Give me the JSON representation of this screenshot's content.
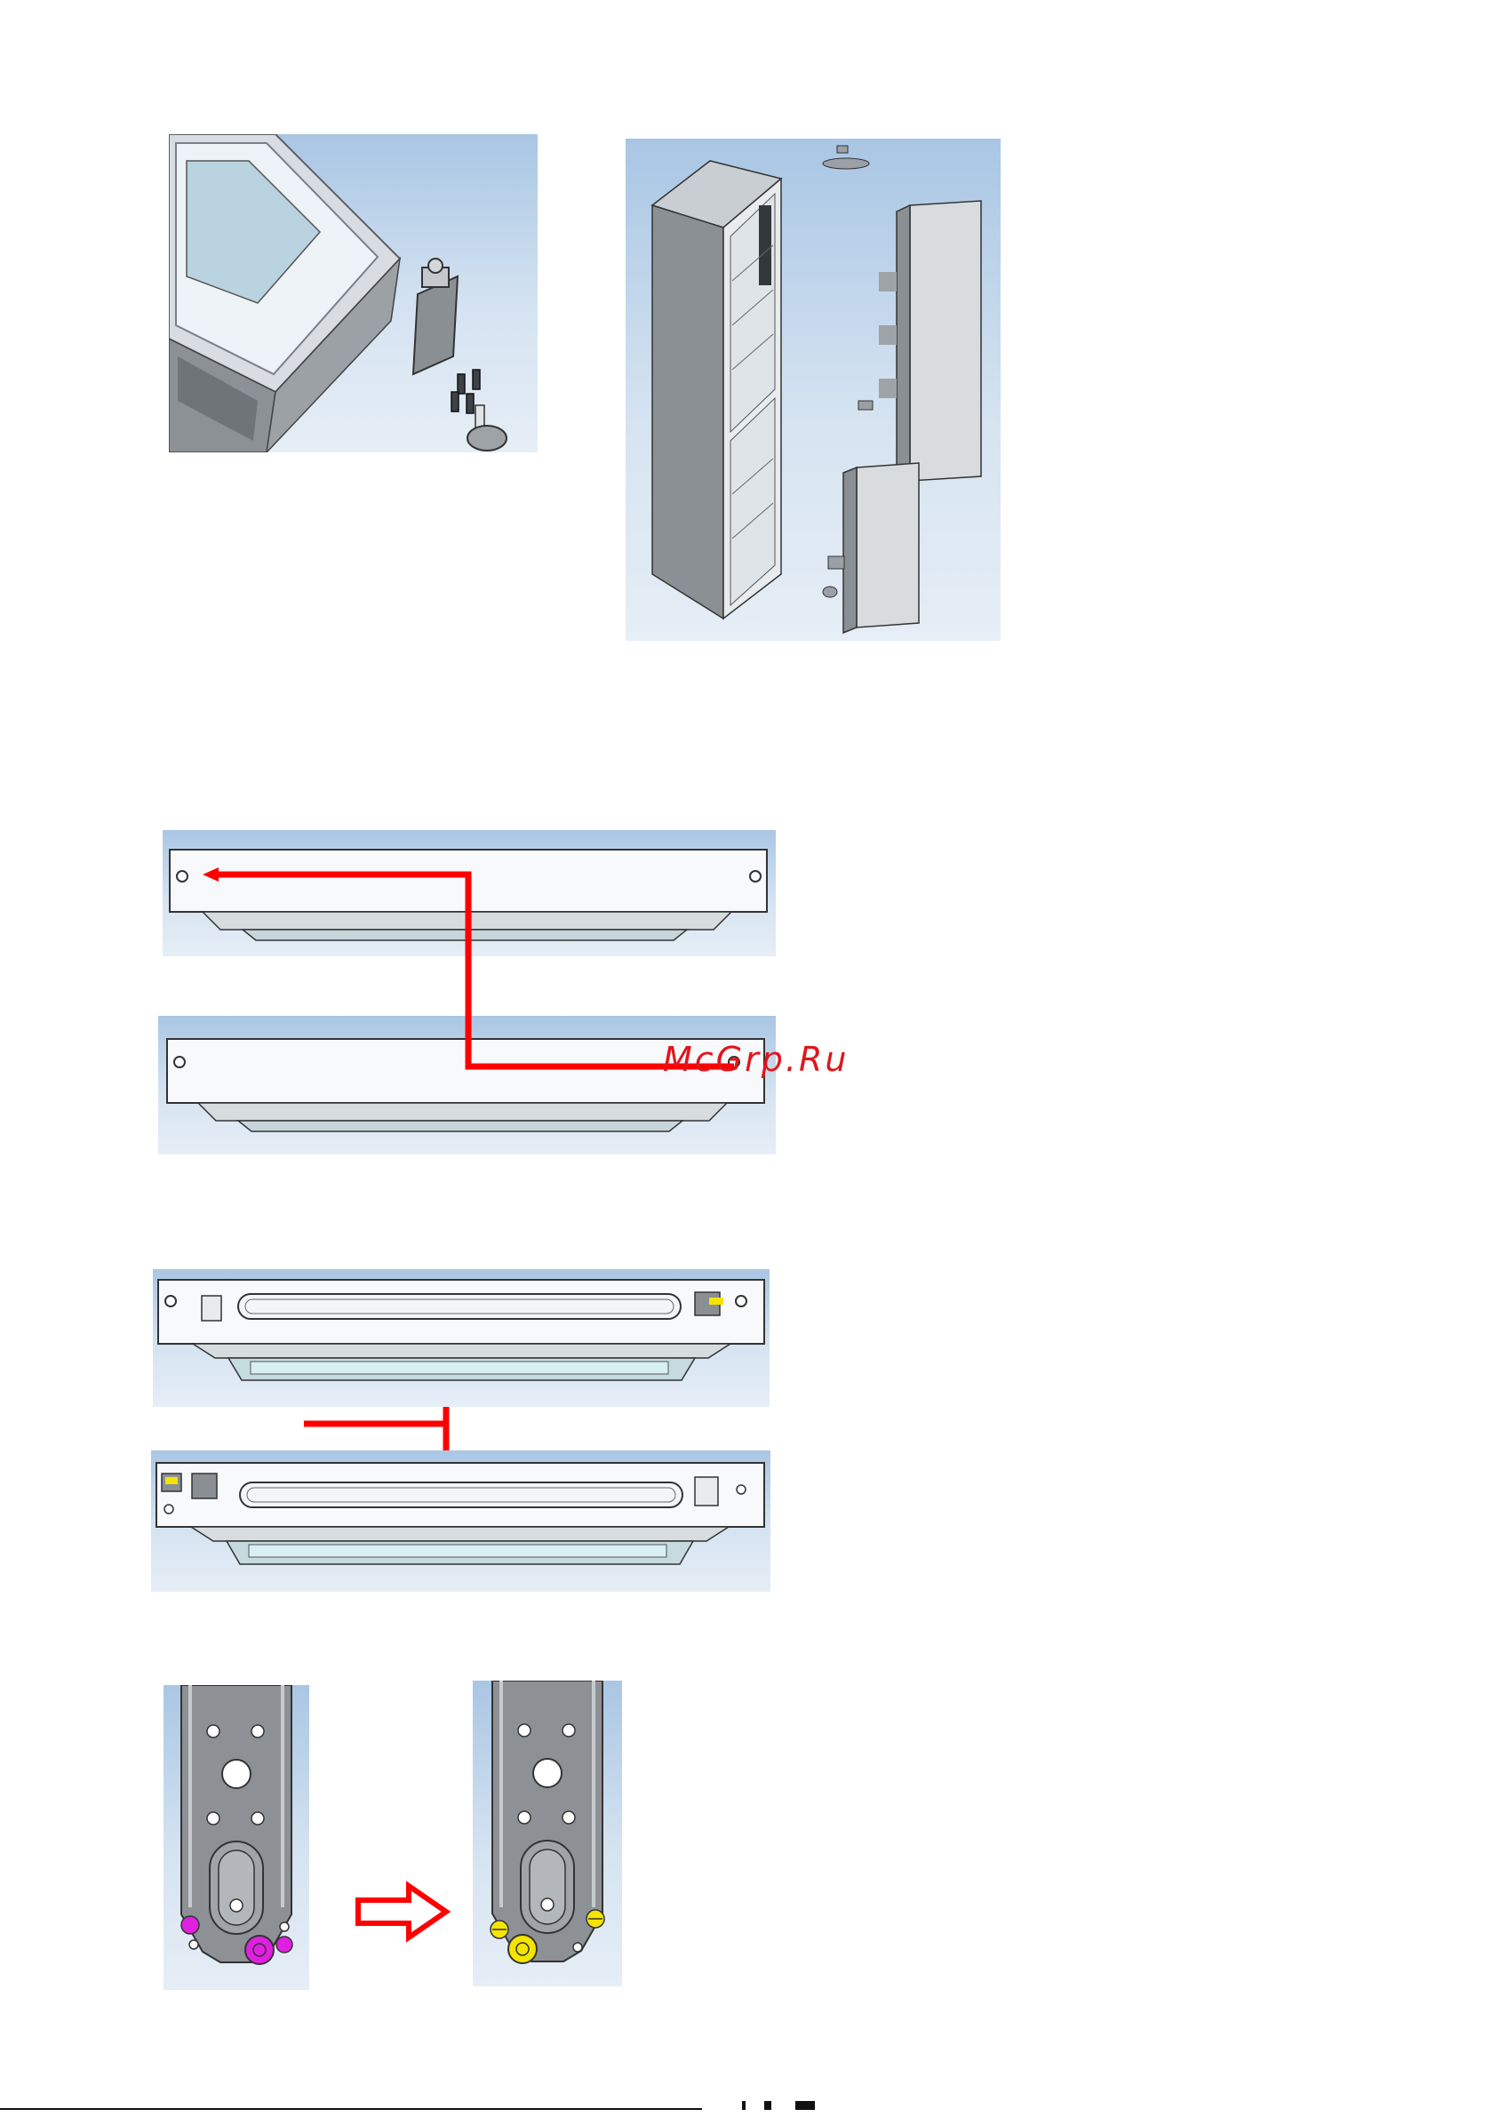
{
  "watermark": {
    "text": "McGrp.Ru"
  },
  "figures": [
    {
      "name": "hinge-removal-closeup",
      "label": ""
    },
    {
      "name": "fridge-exploded-view",
      "label": ""
    },
    {
      "name": "top-door-edge-before",
      "label": ""
    },
    {
      "name": "top-door-edge-after",
      "label": ""
    },
    {
      "name": "bottom-door-edge-before",
      "label": ""
    },
    {
      "name": "bottom-door-edge-after",
      "label": ""
    },
    {
      "name": "hinge-bracket-before",
      "label": ""
    },
    {
      "name": "hinge-bracket-after",
      "label": ""
    }
  ],
  "colors": {
    "arrow": "#ff0000",
    "screw_before": "#e020e0",
    "screw_after": "#f4e400",
    "panel_bg": "#c7d9ec"
  }
}
